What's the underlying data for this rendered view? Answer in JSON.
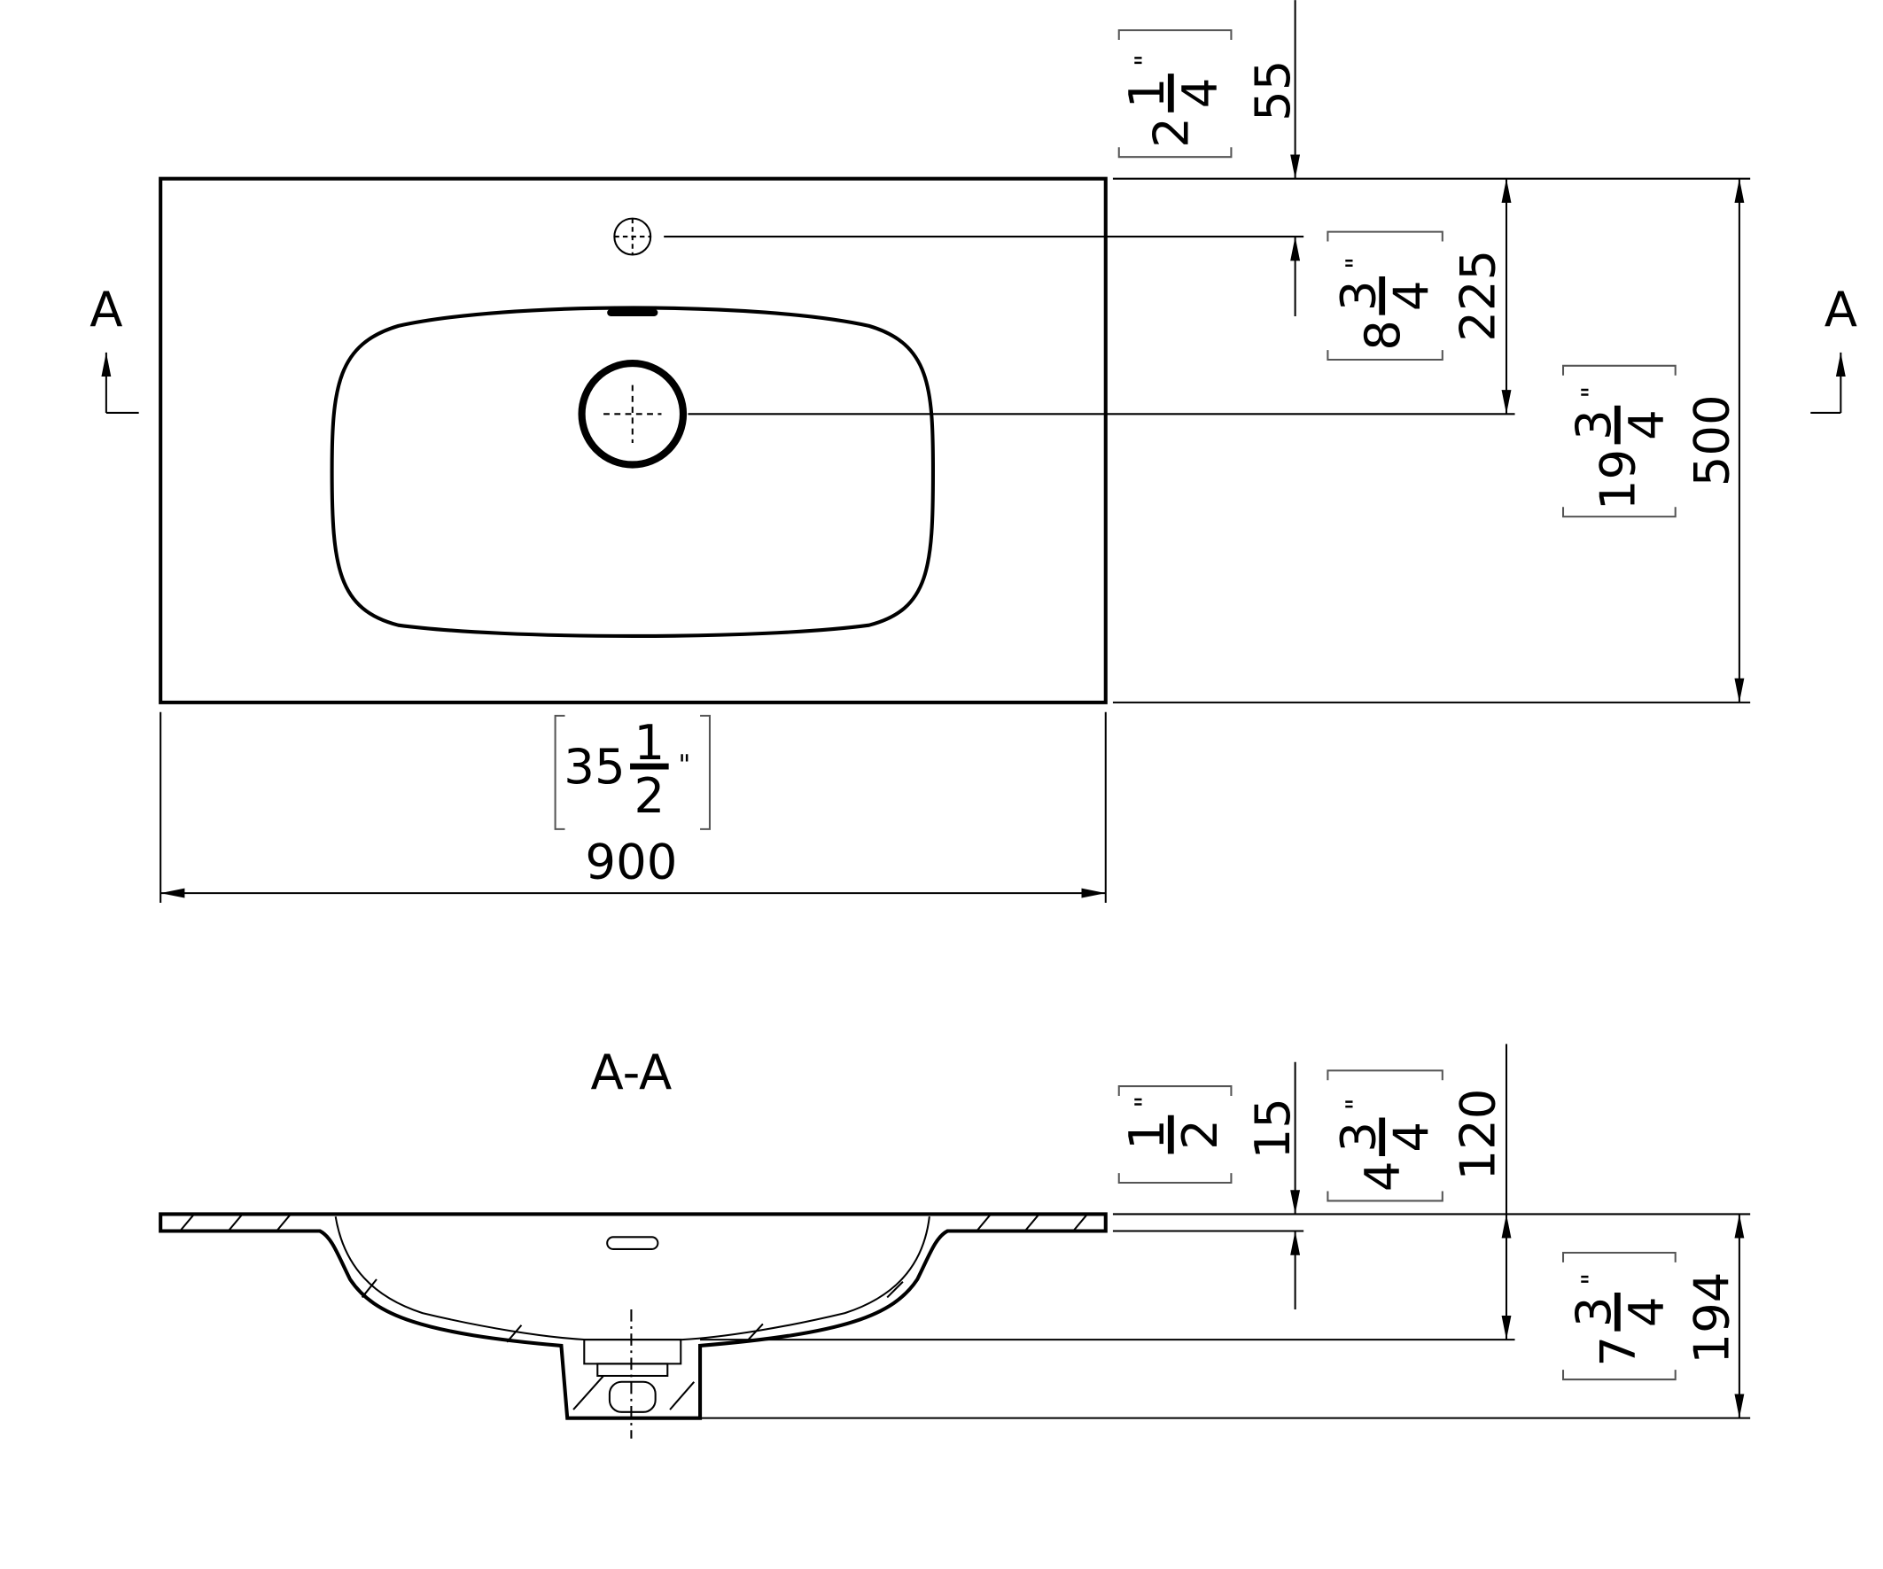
{
  "title": "Washbasin 900 x 500 technical drawing",
  "section_markers": {
    "left": "A",
    "right": "A",
    "section_title": "A-A"
  },
  "dimensions": {
    "width": {
      "mm": "900",
      "whole": "35",
      "num": "1",
      "den": "2",
      "inch": "\""
    },
    "tap_offset": {
      "mm": "55",
      "whole": "2",
      "num": "1",
      "den": "4",
      "inch": "\""
    },
    "drain_offset": {
      "mm": "225",
      "whole": "8",
      "num": "3",
      "den": "4",
      "inch": "\""
    },
    "depth": {
      "mm": "500",
      "whole": "19",
      "num": "3",
      "den": "4",
      "inch": "\""
    },
    "slab_thickness": {
      "mm": "15",
      "whole": "",
      "num": "1",
      "den": "2",
      "inch": "\""
    },
    "bowl_depth": {
      "mm": "120",
      "whole": "4",
      "num": "3",
      "den": "4",
      "inch": "\""
    },
    "total_height": {
      "mm": "194",
      "whole": "7",
      "num": "3",
      "den": "4",
      "inch": "\""
    }
  },
  "colors": {
    "line": "#000000",
    "bracket": "#555555"
  }
}
